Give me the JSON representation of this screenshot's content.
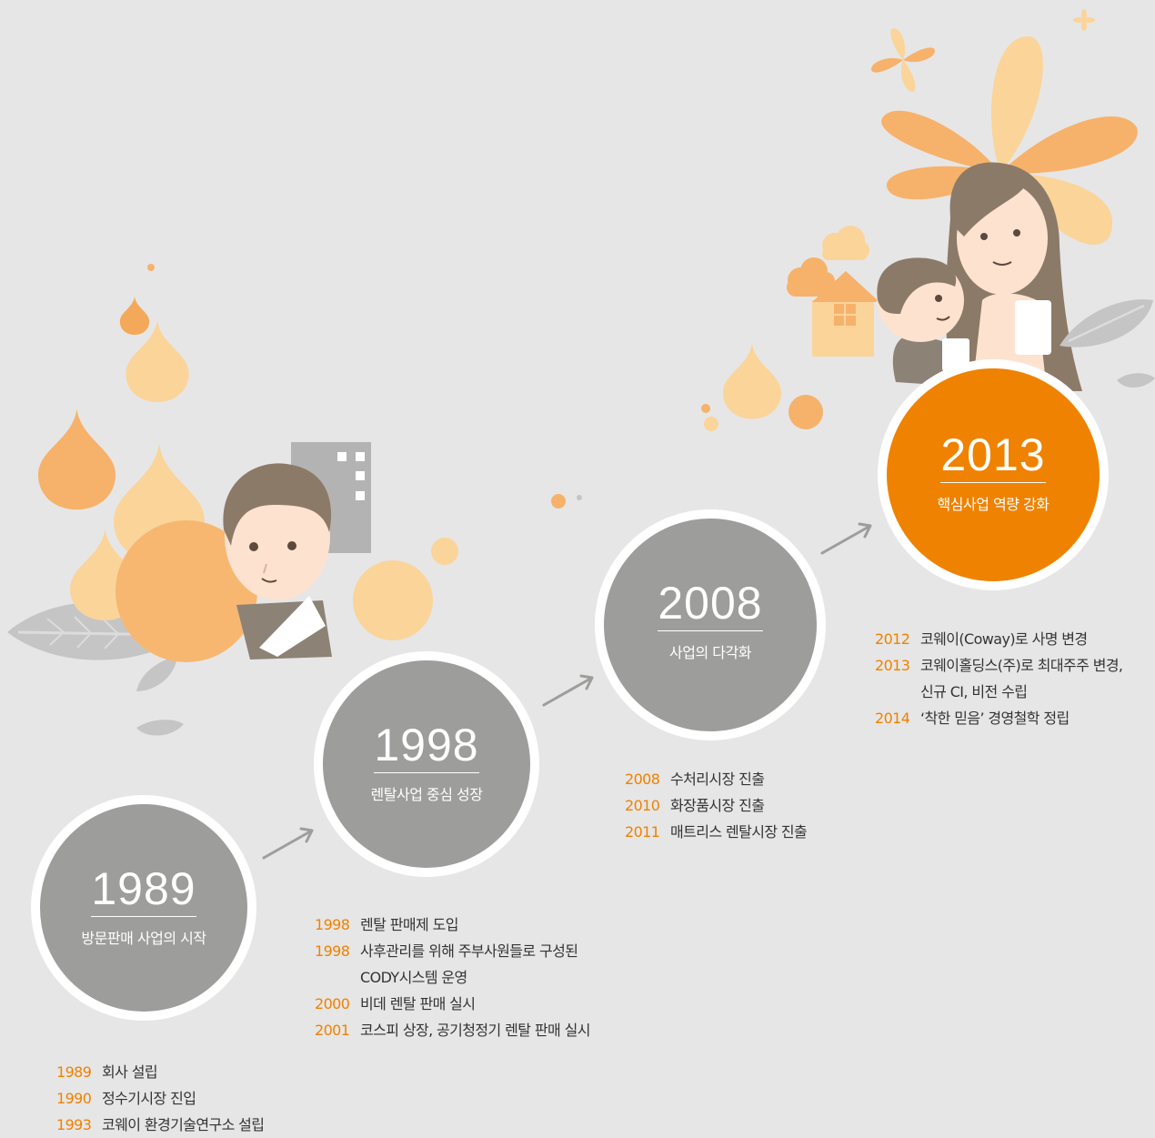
{
  "colors": {
    "accent": "#ef8200",
    "milestone": "#9d9d9c",
    "background": "#e6e6e6"
  },
  "milestones": [
    {
      "year": "1989",
      "caption": "방문판매 사업의 시작"
    },
    {
      "year": "1998",
      "caption": "렌탈사업 중심 성장"
    },
    {
      "year": "2008",
      "caption": "사업의 다각화"
    },
    {
      "year": "2013",
      "caption": "핵심사업 역량 강화"
    }
  ],
  "events_1989": [
    {
      "year": "1989",
      "text": "회사 설립"
    },
    {
      "year": "1990",
      "text": "정수기시장 진입"
    },
    {
      "year": "1993",
      "text": "코웨이 환경기술연구소 설립"
    }
  ],
  "events_1998": [
    {
      "year": "1998",
      "text": "렌탈 판매제 도입"
    },
    {
      "year": "1998",
      "text": "사후관리를 위해 주부사원들로 구성된"
    },
    {
      "year": "",
      "text": "CODY시스템 운영"
    },
    {
      "year": "2000",
      "text": "비데 렌탈 판매 실시"
    },
    {
      "year": "2001",
      "text": "코스피 상장, 공기청정기 렌탈 판매 실시"
    }
  ],
  "events_2008": [
    {
      "year": "2008",
      "text": "수처리시장 진출"
    },
    {
      "year": "2010",
      "text": "화장품시장 진출"
    },
    {
      "year": "2011",
      "text": "매트리스 렌탈시장 진출"
    }
  ],
  "events_2013": [
    {
      "year": "2012",
      "text": "코웨이(Coway)로 사명 변경"
    },
    {
      "year": "2013",
      "text": "코웨이홀딩스(주)로 최대주주 변경,"
    },
    {
      "year": "",
      "text": "신규 CI, 비전 수립"
    },
    {
      "year": "2014",
      "text": "‘착한 믿음’ 경영철학 정립"
    }
  ]
}
